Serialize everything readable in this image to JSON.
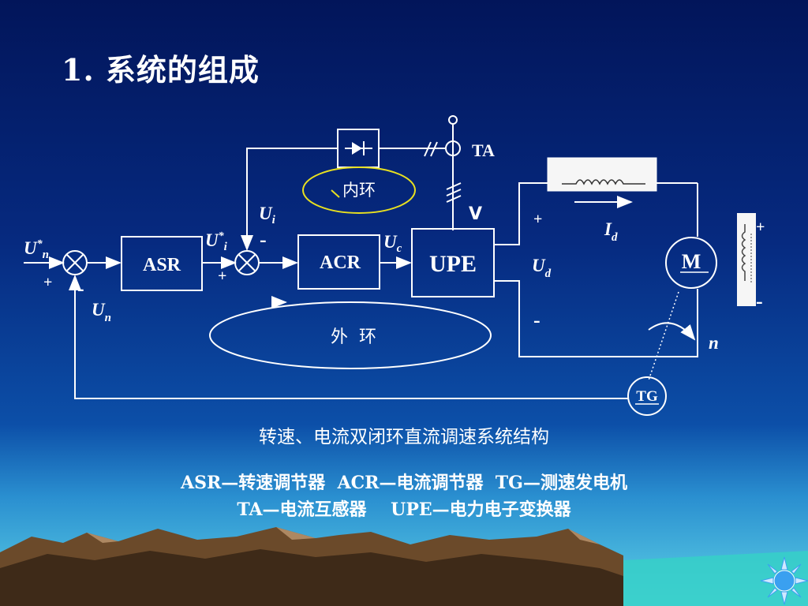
{
  "slide": {
    "title": "1. 系统的组成",
    "caption": "转速、电流双闭环直流调速系统结构",
    "legend_line1": "ASR—转速调节器  ACR—电流调节器  TG—测速发电机",
    "legend_line2": "TA—电流互感器    UPE—电力电子变换器"
  },
  "diagram": {
    "blocks": {
      "asr": "ASR",
      "acr": "ACR",
      "upe": "UPE",
      "motor": "M",
      "tg": "TG",
      "ta": "TA"
    },
    "loops": {
      "inner": "内环",
      "outer": "外  环"
    },
    "signals": {
      "un_star_main": "U",
      "un_star_sup": "*",
      "un_star_sub": "n",
      "ui_star_main": "U",
      "ui_star_sup": "*",
      "ui_star_sub": "i",
      "ui_main": "U",
      "ui_sub": "i",
      "uc_main": "U",
      "uc_sub": "c",
      "un_main": "U",
      "un_sub": "n",
      "ud_main": "U",
      "ud_sub": "d",
      "id_main": "I",
      "id_sub": "d",
      "speed": "n",
      "v_mark": "V"
    },
    "signs": {
      "plus1": "+",
      "minus1": "-",
      "plus2": "+",
      "minus2": "-",
      "ud_plus": "+",
      "ud_minus": "-",
      "field_plus": "+",
      "field_minus": "-"
    }
  },
  "colors": {
    "inner_loop_outline": "#e8e020",
    "line": "#ffffff",
    "sun": "#3aa0f0"
  }
}
